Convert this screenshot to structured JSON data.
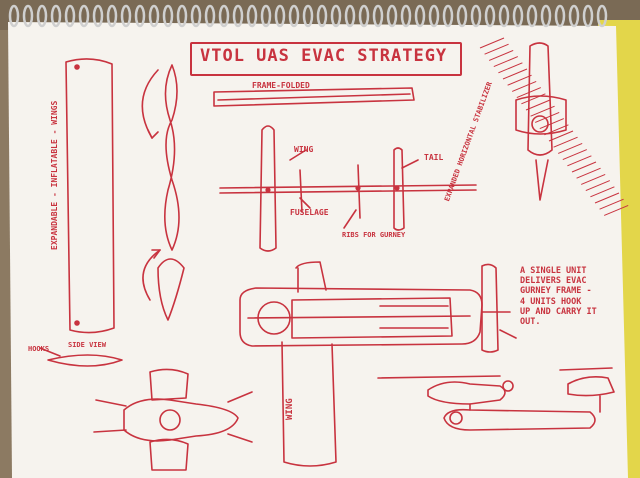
{
  "title": "VTOL UAS EVAC STRATEGY",
  "labels": {
    "frame_folded": "FRAME-FOLDED",
    "wing_top": "WING",
    "tail": "TAIL",
    "fuselage": "FUSELAGE",
    "ribs": "RIBS FOR GURNEY",
    "hooks": "HOOKS",
    "side_view": "SIDE VIEW",
    "wing_bottom": "WING",
    "wings_vertical": "EXPANDABLE - INFLATABLE - WINGS",
    "stabilizer": "EXPANDED HORIZONTAL STABILIZER"
  },
  "note": [
    "A SINGLE UNIT",
    "DELIVERS EVAC",
    "GURNEY FRAME -",
    "4 UNITS HOOK",
    "UP AND CARRY IT",
    "OUT."
  ],
  "colors": {
    "ink": "#c8333f",
    "paper": "#f6f3ee",
    "spiral": "#d9d9d9",
    "desk": "#8c7a62",
    "folder": "#e3d64a"
  }
}
